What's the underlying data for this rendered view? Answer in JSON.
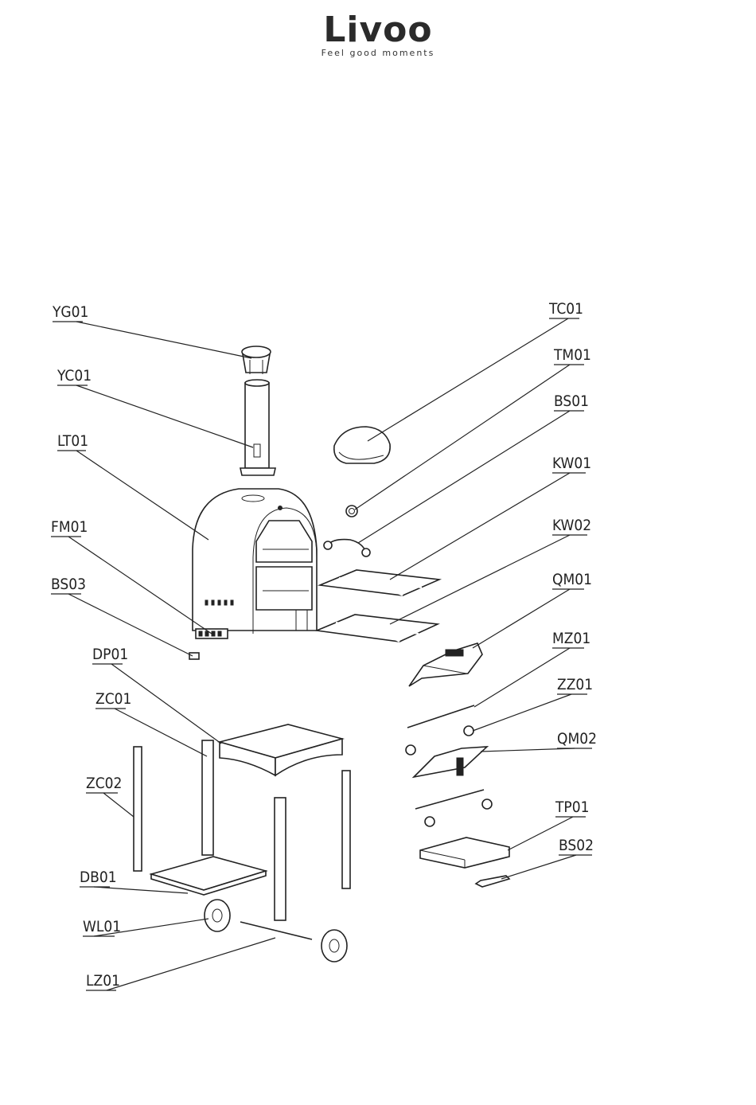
{
  "brand": {
    "name": "Livoo",
    "tagline": "Feel good moments"
  },
  "labels": {
    "YG01": "YG01",
    "YC01": "YC01",
    "LT01": "LT01",
    "FM01": "FM01",
    "BS03": "BS03",
    "DP01": "DP01",
    "ZC01": "ZC01",
    "ZC02": "ZC02",
    "DB01": "DB01",
    "WL01": "WL01",
    "LZ01": "LZ01",
    "TC01": "TC01",
    "TM01": "TM01",
    "BS01": "BS01",
    "KW01": "KW01",
    "KW02": "KW02",
    "QM01": "QM01",
    "MZ01": "MZ01",
    "ZZ01": "ZZ01",
    "QM02": "QM02",
    "TP01": "TP01",
    "BS02": "BS02"
  }
}
